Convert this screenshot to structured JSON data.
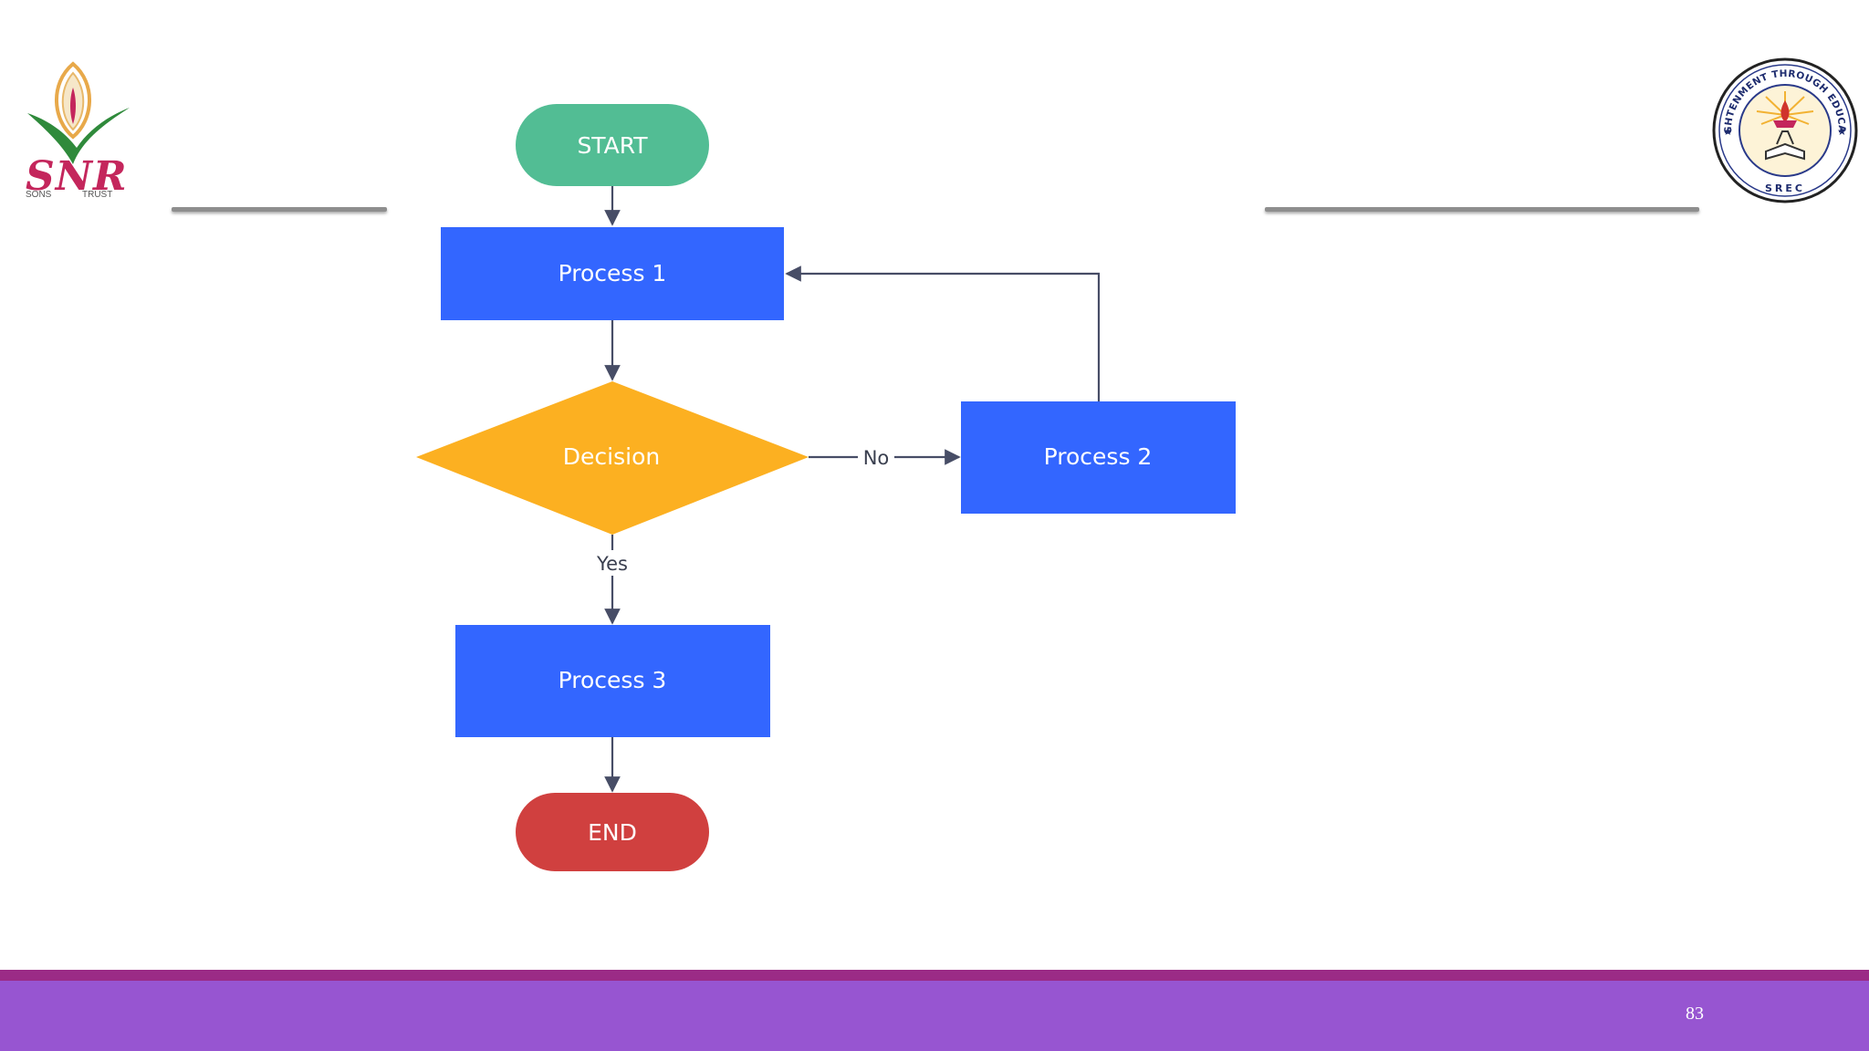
{
  "colors": {
    "start_fill": "#52bd94",
    "end_fill": "#d0403f",
    "process_fill": "#3366ff",
    "decision_fill": "#fcb021",
    "edge": "#474d66",
    "footer": "#9755d1",
    "footer_stripe": "#9b2b86",
    "rule": "#8e8e8e"
  },
  "logos": {
    "left": {
      "name": "SNR",
      "sub_left": "SONS",
      "sub_right": "TRUST"
    },
    "right": {
      "ring_text": "ENLIGHTENMENT THROUGH EDUCATION",
      "bottom_text": "SREC"
    }
  },
  "flowchart": {
    "nodes": {
      "start": {
        "label": "START",
        "shape": "terminal"
      },
      "process1": {
        "label": "Process 1",
        "shape": "process"
      },
      "decision": {
        "label": "Decision",
        "shape": "decision"
      },
      "process2": {
        "label": "Process 2",
        "shape": "process"
      },
      "process3": {
        "label": "Process 3",
        "shape": "process"
      },
      "end": {
        "label": "END",
        "shape": "terminal"
      }
    },
    "edges": [
      {
        "from": "START",
        "to": "Process 1",
        "label": ""
      },
      {
        "from": "Process 1",
        "to": "Decision",
        "label": ""
      },
      {
        "from": "Decision",
        "to": "Process 2",
        "label": "No"
      },
      {
        "from": "Decision",
        "to": "Process 3",
        "label": "Yes"
      },
      {
        "from": "Process 2",
        "to": "Process 1",
        "label": ""
      },
      {
        "from": "Process 3",
        "to": "END",
        "label": ""
      }
    ]
  },
  "footer": {
    "page_number": "83"
  }
}
